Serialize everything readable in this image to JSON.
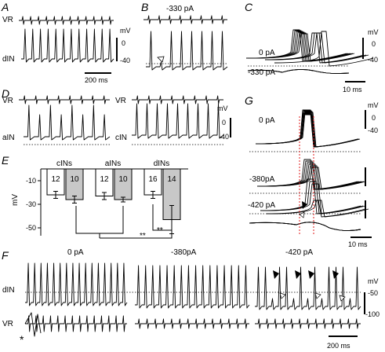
{
  "panels": {
    "A": {
      "letter": "A",
      "vr": "VR",
      "cell": "dIN",
      "unit": "mV",
      "scale_top": "0",
      "scale_bot": "-40",
      "time": "200 ms"
    },
    "B": {
      "letter": "B",
      "current": "-330 pA"
    },
    "C": {
      "letter": "C",
      "cur1": "0 pA",
      "cur2": "-330 pA",
      "unit": "mV",
      "scale_top": "0",
      "scale_bot": "-40",
      "time": "10 ms"
    },
    "D": {
      "letter": "D",
      "vr1": "VR",
      "cell1": "aIN",
      "vr2": "VR",
      "cell2": "cIN",
      "unit": "mV",
      "scale_top": "0",
      "scale_bot": "-40"
    },
    "E": {
      "letter": "E",
      "ylabel": "mV",
      "sig": "**"
    },
    "G": {
      "letter": "G",
      "cur1": "0 pA",
      "cur2": "-380pA",
      "cur3": "-420 pA",
      "unit": "mV",
      "scale_top": "0",
      "scale_bot": "-40",
      "time": "10 ms"
    },
    "F": {
      "letter": "F",
      "cur1": "0 pA",
      "cur2": "-380pA",
      "cur3": "-420 pA",
      "cell": "dIN",
      "vr": "VR",
      "unit": "mV",
      "scale_top": "-50",
      "scale_bot": "-100",
      "time": "200 ms",
      "asterisk": "*"
    }
  },
  "colors": {
    "bar_white": "#ffffff",
    "bar_grey": "#c8c8c8",
    "cyan": "#22c8e0",
    "red": "#e01818"
  },
  "chart_data": {
    "type": "bar",
    "title": "",
    "xlabel": "",
    "ylabel": "mV",
    "groups": [
      "cINs",
      "aINs",
      "dINs"
    ],
    "bar_counts": [
      "12",
      "10",
      "12",
      "10",
      "16",
      "14"
    ],
    "bar_fill": [
      "white",
      "grey",
      "white",
      "grey",
      "white",
      "grey"
    ],
    "values": [
      -22,
      -26,
      -23,
      -26,
      -22,
      -43
    ],
    "errors": [
      3,
      3,
      3,
      2,
      3,
      12
    ],
    "yticks": [
      "-10",
      "-30",
      "-50"
    ],
    "ylim": [
      0,
      -55
    ],
    "annotations": [
      "**",
      "**"
    ]
  }
}
